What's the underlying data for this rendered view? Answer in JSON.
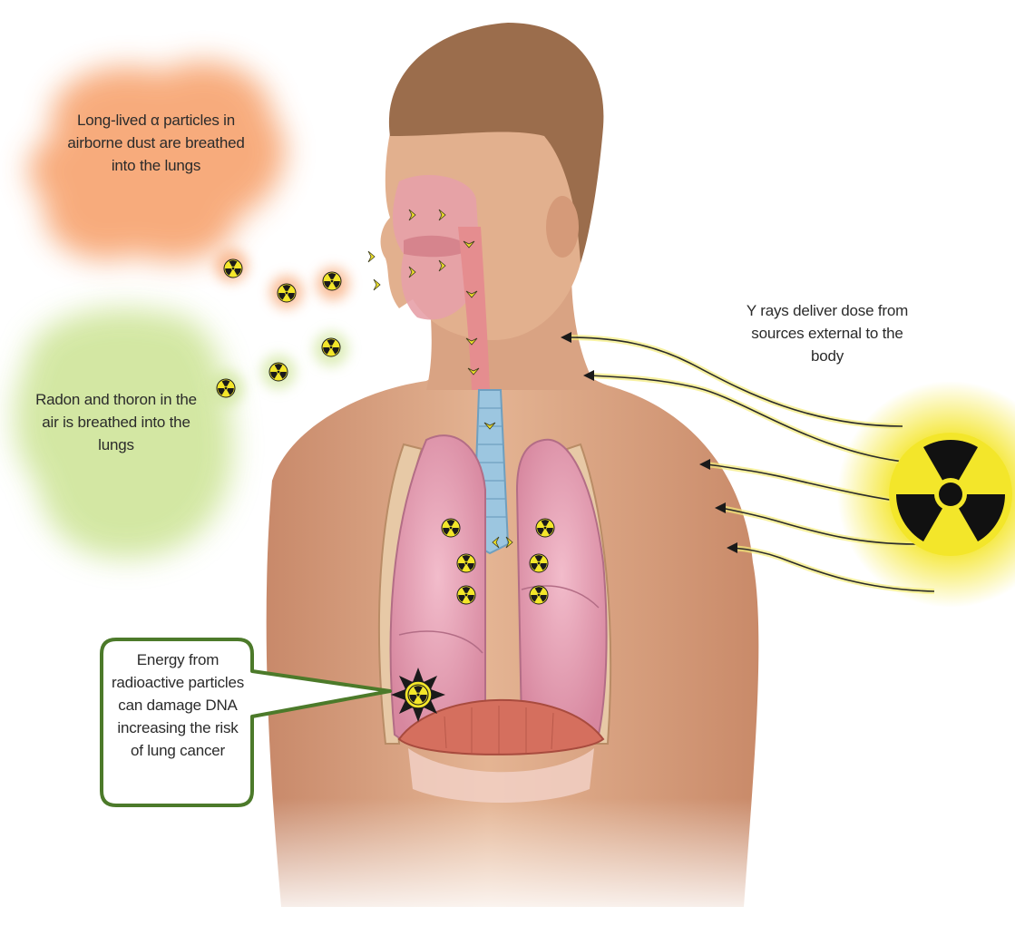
{
  "callouts": {
    "alpha_particles": "Long-lived α particles in airborne dust are breathed into the lungs",
    "radon_thoron": "Radon and thoron in the air is breathed into the lungs",
    "gamma_rays": "Y rays deliver dose from sources external to the body",
    "dna_damage": "Energy from radioactive particles can damage DNA increasing the risk of lung cancer"
  },
  "colors": {
    "alpha_cloud": "#f7a36e",
    "radon_cloud": "#cfe59a",
    "gamma_glow": "#f4e24a",
    "radiation_yellow": "#f3e62a",
    "skin": "#e2b08e",
    "hair": "#9b6d4c",
    "lung": "#e9a6bb",
    "trachea": "#9cc6e0",
    "diaphragm": "#d56f5e",
    "callout_border": "#4c7a2a"
  },
  "icons": {
    "radiation_source": "radiation-trefoil-icon",
    "particle": "radioactive-particle-icon",
    "airflow": "chevron-arrow-icon",
    "damage": "starburst-icon"
  }
}
